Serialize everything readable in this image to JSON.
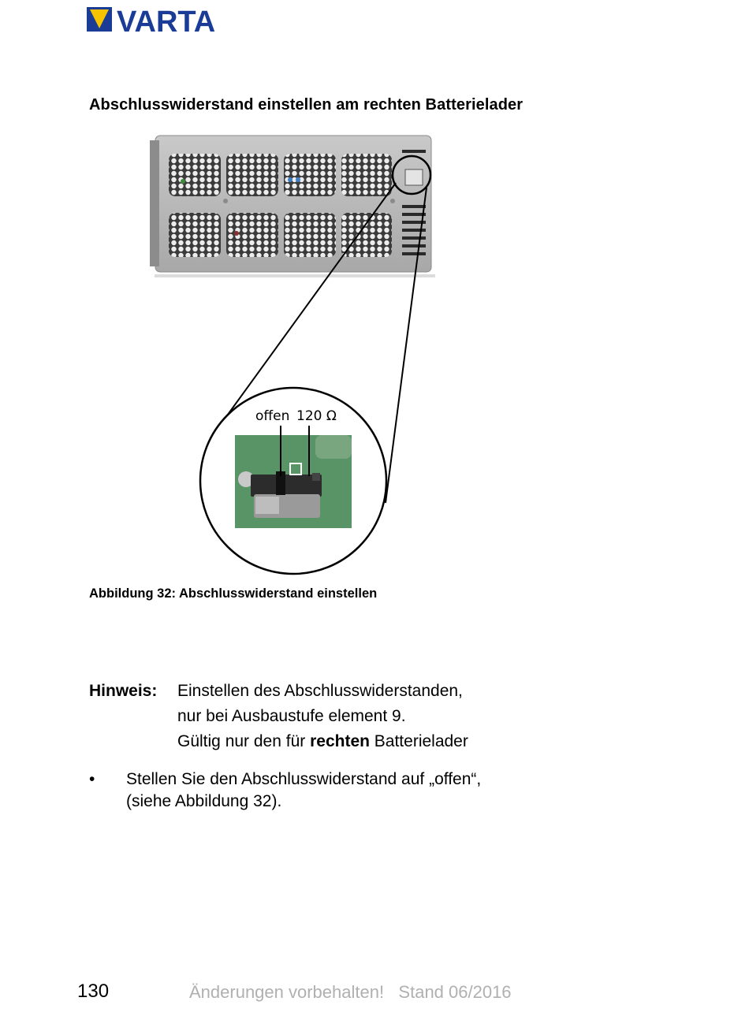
{
  "header": {
    "brand": "VARTA"
  },
  "section_title": "Abschlusswiderstand einstellen am rechten Batterielader",
  "figure": {
    "labels": {
      "offen": "offen",
      "ohm": "120 Ω"
    },
    "caption": "Abbildung 32: Abschlusswiderstand einstellen"
  },
  "note": {
    "label": "Hinweis:",
    "lines": [
      "Einstellen des Abschlusswiderstanden,",
      "nur bei Ausbaustufe element 9."
    ],
    "line3_prefix": "Gültig nur den für ",
    "line3_bold": "rechten",
    "line3_suffix": " Batterielader"
  },
  "bullets": [
    {
      "symbol": "•",
      "lines": [
        "Stellen Sie den Abschlusswiderstand auf „offen“,",
        "(siehe Abbildung 32)."
      ]
    }
  ],
  "footer": {
    "page_number": "130",
    "note": "Änderungen vorbehalten!   Stand 06/2016"
  },
  "colors": {
    "brand_blue": "#1a3c97",
    "brand_yellow": "#f6c300",
    "footer_gray": "#b0b0b0"
  }
}
